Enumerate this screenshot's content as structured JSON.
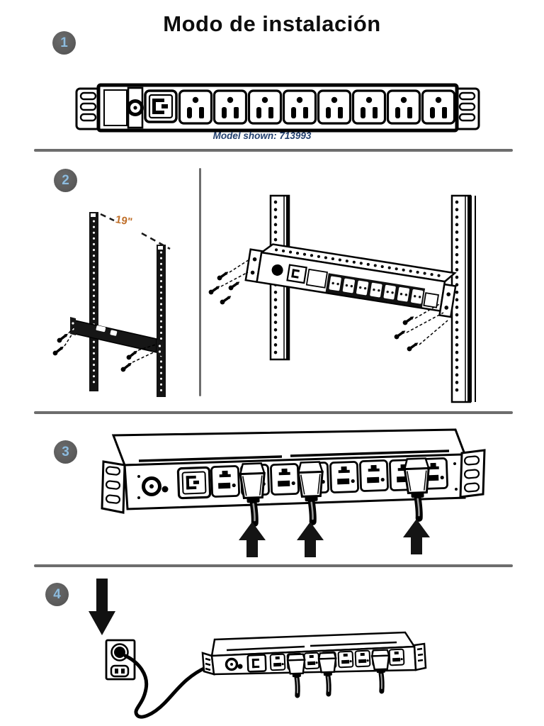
{
  "title": "Modo de instalación",
  "steps": [
    {
      "number": "1",
      "caption": "Model shown: 713993"
    },
    {
      "number": "2",
      "dimension_label": "19\""
    },
    {
      "number": "3"
    },
    {
      "number": "4"
    }
  ],
  "illustrations": {
    "step1": "pdu-front-view-8-outlets",
    "step2_left": "19-inch-rack-frame-with-pdu-and-screws",
    "step2_right": "pdu-mounted-on-rack-posts-with-screws",
    "step3": "pdu-rear-three-plugs-inserted-up-arrows",
    "step4": "wall-outlet-power-cord-connected-to-pdu"
  },
  "colors": {
    "line_art": "#000000",
    "divider": "#6d6d6d",
    "badge_background": "#5f5f5f",
    "badge_number": "#8fbcdd",
    "dimension_label": "#bf6e28",
    "caption_text": "#23406e"
  }
}
